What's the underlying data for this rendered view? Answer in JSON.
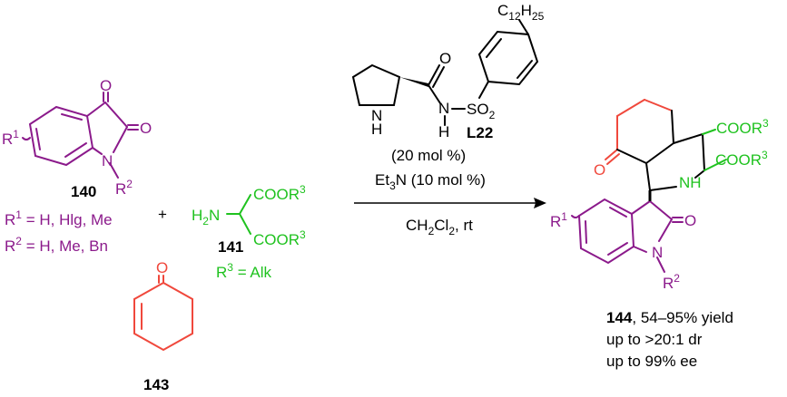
{
  "colors": {
    "black": "#000000",
    "purple": "#8b1a8b",
    "green": "#1fc21f",
    "red": "#f0483c"
  },
  "isatin": {
    "id": "140",
    "atom_O_top": "O",
    "atom_O_right": "O",
    "atom_N": "N",
    "r1": "R",
    "r1_sup": "1",
    "r2": "R",
    "r2_sup": "2",
    "def_r1_prefix": "R",
    "def_r1_sup": "1",
    "def_r1_text": " = H, Hlg, Me",
    "def_r2_prefix": "R",
    "def_r2_sup": "2",
    "def_r2_text": " = H, Me, Bn"
  },
  "plus": "+",
  "aminomalonate": {
    "id": "141",
    "h2n_H": "H",
    "h2n_sub": "2",
    "h2n_N": "N",
    "ester_top": "COOR",
    "ester_top_sup": "3",
    "ester_bottom": "COOR",
    "ester_bottom_sup": "3",
    "def_r3_prefix": "R",
    "def_r3_sup": "3",
    "def_r3_text": " = Alk"
  },
  "cyclohexenone": {
    "id": "143",
    "atom_O": "O"
  },
  "catalyst": {
    "id": "L22",
    "alkyl_C": "C",
    "alkyl_C_sub": "12",
    "alkyl_H": "H",
    "alkyl_H_sub": "25",
    "atom_O": "O",
    "atom_N_amide": "N",
    "atom_H_amide": "H",
    "atom_N_ring": "N",
    "atom_H_ring": "H",
    "so2_S": "SO",
    "so2_sub": "2",
    "loading": "(20 mol %)"
  },
  "conditions": {
    "base_prefix": "Et",
    "base_sub": "3",
    "base_suffix": "N (10 mol %)",
    "solvent_prefix": "CH",
    "solvent_sub1": "2",
    "solvent_mid": "Cl",
    "solvent_sub2": "2",
    "solvent_suffix": ", rt"
  },
  "product": {
    "id": "144",
    "yield_text": ", 54–95% yield",
    "dr_text": "up to >20:1 dr",
    "ee_text": "up to 99% ee",
    "atom_O_ketone": "O",
    "atom_NH": "NH",
    "atom_O_lactam": "O",
    "atom_N_lactam": "N",
    "ester_top": "COOR",
    "ester_top_sup": "3",
    "ester_bottom": "COOR",
    "ester_bottom_sup": "3",
    "r1": "R",
    "r1_sup": "1",
    "r2": "R",
    "r2_sup": "2"
  }
}
